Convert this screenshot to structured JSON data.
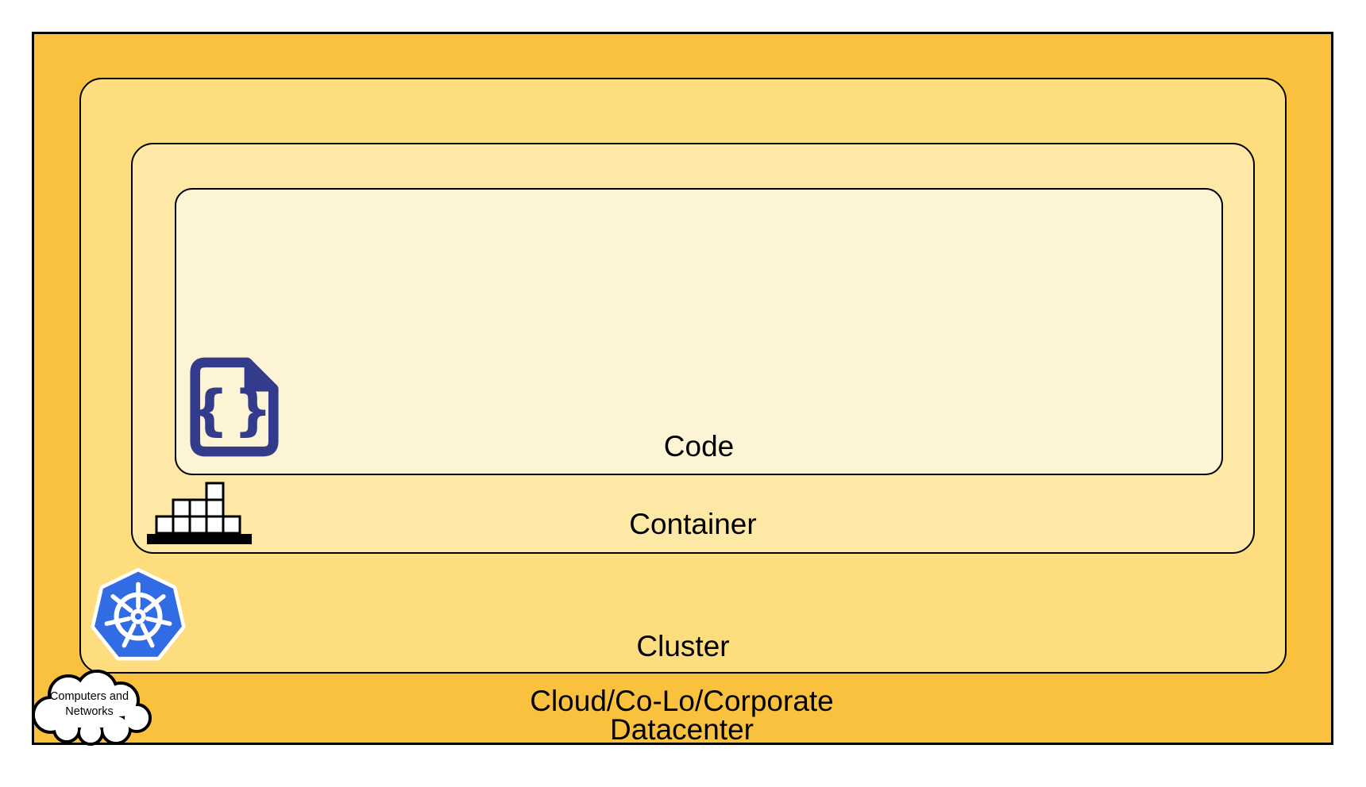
{
  "diagram": {
    "layers": [
      {
        "id": "code",
        "label": "Code"
      },
      {
        "id": "container",
        "label": "Container"
      },
      {
        "id": "cluster",
        "label": "Cluster"
      },
      {
        "id": "datacenter",
        "label_line1": "Cloud/Co-Lo/Corporate",
        "label_line2": "Datacenter"
      }
    ],
    "cloud_callout": {
      "line1": "Computers and",
      "line2": "Networks"
    },
    "code_glyph": "{}",
    "icons": [
      "code-file-icon",
      "container-blocks-icon",
      "kubernetes-icon",
      "cloud-icon"
    ]
  },
  "colors": {
    "datacenter_fill": "#FAC13F",
    "cluster_fill": "#FEDD7E",
    "container_fill": "#FDE9A5",
    "code_fill": "#FDF4D5",
    "outline": "#000000",
    "code_icon_indigo": "#323B8C",
    "kubernetes_blue": "#326CE5",
    "cloud_fill": "#FFFFFF"
  }
}
